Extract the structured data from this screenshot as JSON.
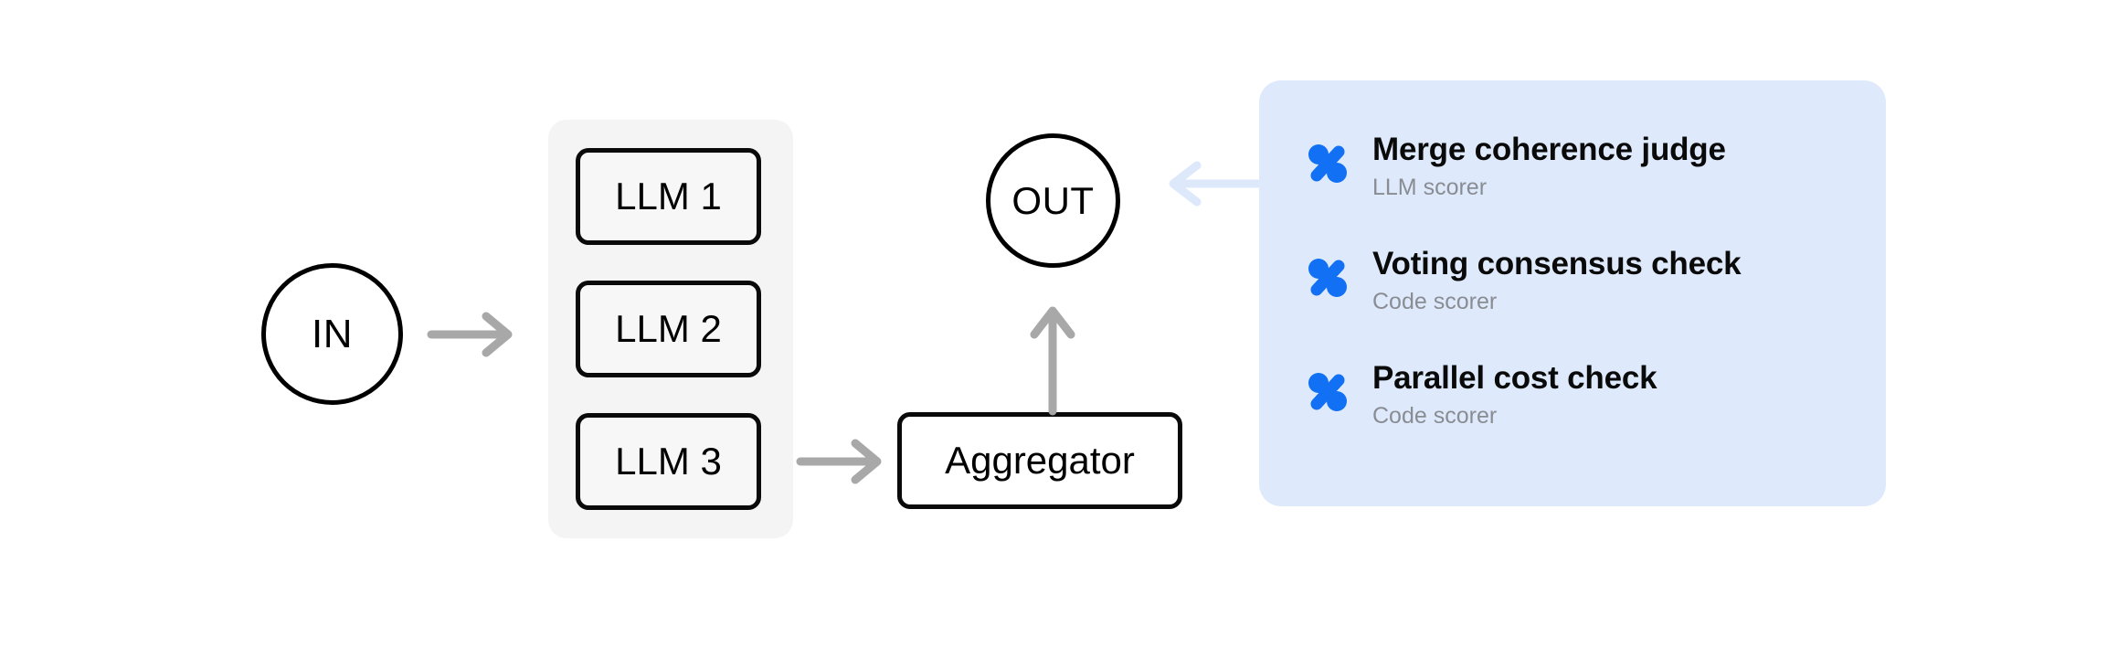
{
  "diagram": {
    "input_node": {
      "label": "IN"
    },
    "output_node": {
      "label": "OUT"
    },
    "parallel_group": {
      "boxes": [
        {
          "label": "LLM 1"
        },
        {
          "label": "LLM 2"
        },
        {
          "label": "LLM 3"
        }
      ]
    },
    "aggregator": {
      "label": "Aggregator"
    },
    "arrows": [
      {
        "name": "in-to-parallel",
        "direction": "right",
        "color": "#a8a8a8"
      },
      {
        "name": "llm3-to-aggregator",
        "direction": "right",
        "color": "#a8a8a8"
      },
      {
        "name": "aggregator-to-out",
        "direction": "up",
        "color": "#a8a8a8"
      },
      {
        "name": "scorers-to-out",
        "direction": "left",
        "color": "#dde9fb"
      }
    ]
  },
  "scorer_panel": {
    "background_color": "#deeafb",
    "icon_color": "#1170f4",
    "icon_name": "percent-scorer-icon",
    "items": [
      {
        "title": "Merge coherence judge",
        "subtitle": "LLM scorer"
      },
      {
        "title": "Voting consensus check",
        "subtitle": "Code scorer"
      },
      {
        "title": "Parallel cost check",
        "subtitle": "Code scorer"
      }
    ]
  }
}
